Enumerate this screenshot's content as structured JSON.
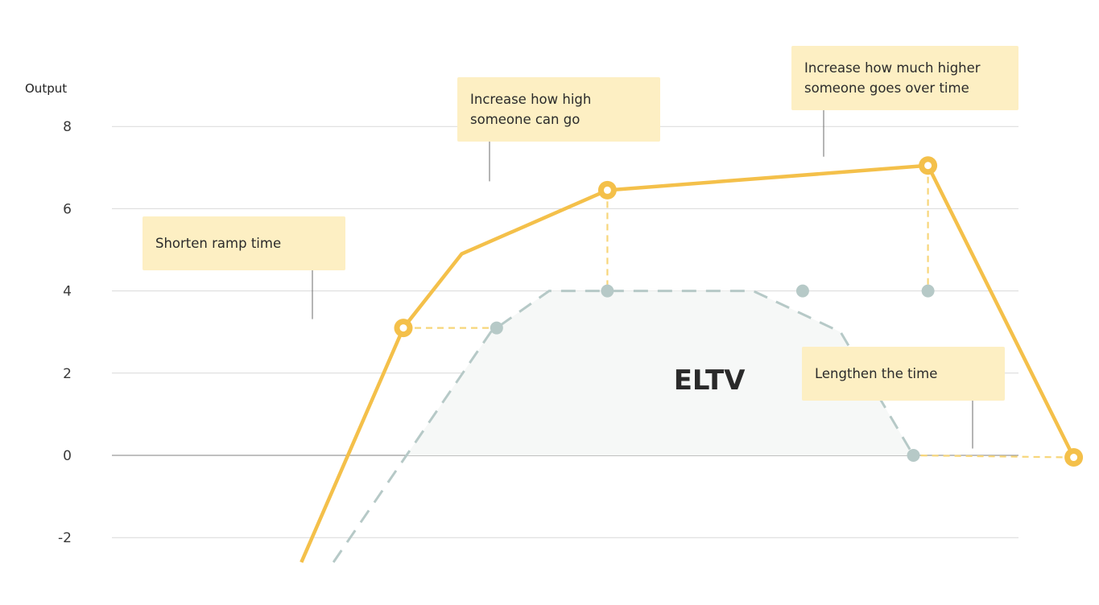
{
  "chart_data": {
    "type": "line",
    "ylabel": "Output",
    "ylim": [
      -2.6,
      8
    ],
    "y_ticks": [
      "8",
      "6",
      "4",
      "2",
      "0",
      "-2"
    ],
    "y_tick_values": [
      8,
      6,
      4,
      2,
      0,
      -2
    ],
    "grid": true,
    "area_label": "ELTV",
    "series": [
      {
        "style": "solid",
        "color": "#f4c04a",
        "points": [
          {
            "x": 0.65,
            "y": -2.6
          },
          {
            "x": 1.0,
            "y": 3.1
          },
          {
            "x": 1.2,
            "y": 4.9
          },
          {
            "x": 1.7,
            "y": 6.45
          },
          {
            "x": 2.8,
            "y": 7.05
          },
          {
            "x": 3.3,
            "y": -0.05
          }
        ],
        "markers": [
          {
            "x": 1.0,
            "y": 3.1
          },
          {
            "x": 1.7,
            "y": 6.45
          },
          {
            "x": 2.8,
            "y": 7.05
          },
          {
            "x": 3.3,
            "y": -0.05
          }
        ]
      },
      {
        "style": "dashed",
        "color": "#b6c9c7",
        "fill": "#f6f8f7",
        "points": [
          {
            "x": 0.76,
            "y": -2.6
          },
          {
            "x": 1.3,
            "y": 3.0
          },
          {
            "x": 1.5,
            "y": 4.0
          },
          {
            "x": 2.2,
            "y": 4.0
          },
          {
            "x": 2.5,
            "y": 3.0
          },
          {
            "x": 2.75,
            "y": 0.0
          }
        ],
        "markers": [
          {
            "x": 1.32,
            "y": 3.1
          },
          {
            "x": 1.7,
            "y": 4.0
          },
          {
            "x": 2.37,
            "y": 4.0
          },
          {
            "x": 2.8,
            "y": 4.0
          },
          {
            "x": 2.75,
            "y": 0.0
          }
        ]
      }
    ],
    "annotations": [
      {
        "text": "Shorten ramp time",
        "x": 1.0,
        "y": 3.1
      },
      {
        "text": "Increase how high\nsomeone can go",
        "x": 1.7,
        "y": 6.45
      },
      {
        "text": "Increase how much higher\nsomeone goes over time",
        "x": 2.8,
        "y": 7.05
      },
      {
        "text": "Lengthen the time",
        "x": 3.3,
        "y": -0.05
      }
    ]
  },
  "colors": {
    "solid_line": "#f4c04a",
    "dashed_line": "#b6c9c7",
    "connector_dashed": "#f7d67a",
    "annotation_bg": "#fdefc3",
    "area_fill": "#f6f8f7"
  }
}
